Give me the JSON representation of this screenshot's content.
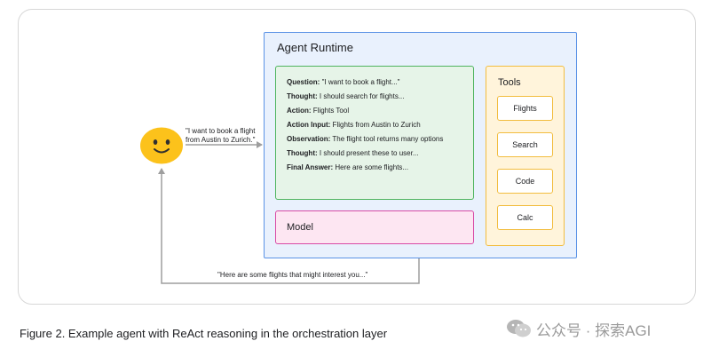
{
  "user_quote": "\"I want to book a flight from Austin to Zurich.\"",
  "response_quote": "\"Here are some flights that might interest you...\"",
  "runtime": {
    "title": "Agent Runtime"
  },
  "trace": [
    {
      "key": "Question:",
      "value": " \"I want to book a flight...\""
    },
    {
      "key": "Thought:",
      "value": " I should search for flights..."
    },
    {
      "key": "Action:",
      "value": " Flights Tool"
    },
    {
      "key": "Action Input:",
      "value": " Flights from Austin to Zurich"
    },
    {
      "key": "Observation:",
      "value": " The flight tool returns many options"
    },
    {
      "key": "Thought:",
      "value": " I should present these to user..."
    },
    {
      "key": "Final Answer:",
      "value": " Here are some flights..."
    }
  ],
  "model": {
    "label": "Model"
  },
  "tools": {
    "title": "Tools",
    "items": [
      "Flights",
      "Search",
      "Code",
      "Calc"
    ]
  },
  "caption": "Figure 2. Example agent with ReAct reasoning in the orchestration layer",
  "watermark": {
    "text": "公众号 · 探索AGI"
  },
  "colors": {
    "runtime_border": "#5b93e6",
    "runtime_fill": "#e9f1fd",
    "trace_border": "#4fb45f",
    "trace_fill": "#e6f4e8",
    "model_border": "#d94aa5",
    "model_fill": "#fde6f2",
    "tools_border": "#f2bd3f",
    "tools_fill": "#fff4db",
    "arrow": "#9e9e9e",
    "smiley": "#fcc21b"
  }
}
